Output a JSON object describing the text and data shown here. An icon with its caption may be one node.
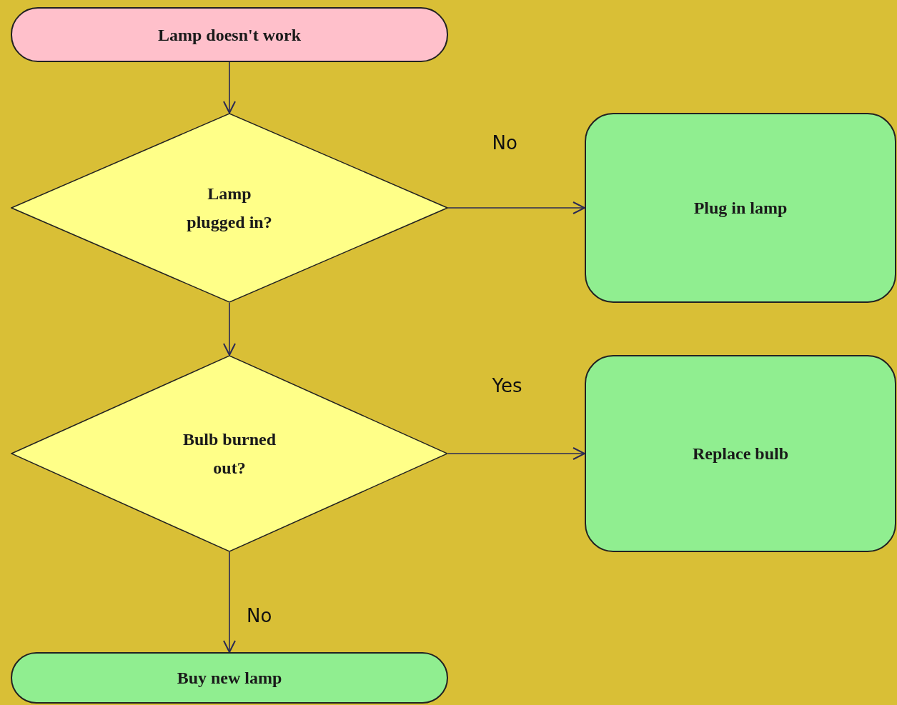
{
  "diagram": {
    "nodes": [
      {
        "text": [
          "Lamp doesn't work"
        ]
      },
      {
        "text": [
          "Lamp plugged in?"
        ]
      },
      {
        "text": [
          "Plug in lamp"
        ]
      },
      {
        "text": [
          "Bulb burned out?"
        ]
      },
      {
        "text": [
          "Replace bulb"
        ]
      },
      {
        "text": [
          "Buy new lamp"
        ]
      }
    ],
    "edges": [
      {
        "from": 0,
        "to": 1,
        "arrow": "to"
      },
      {
        "from": 1,
        "to": 2,
        "arrow": "to",
        "label": "No"
      },
      {
        "from": 1,
        "to": 3,
        "arrow": "to"
      },
      {
        "from": 3,
        "to": 4,
        "arrow": "to",
        "label": "Yes"
      },
      {
        "from": 3,
        "to": 5,
        "arrow": "to",
        "label": "No"
      }
    ]
  }
}
